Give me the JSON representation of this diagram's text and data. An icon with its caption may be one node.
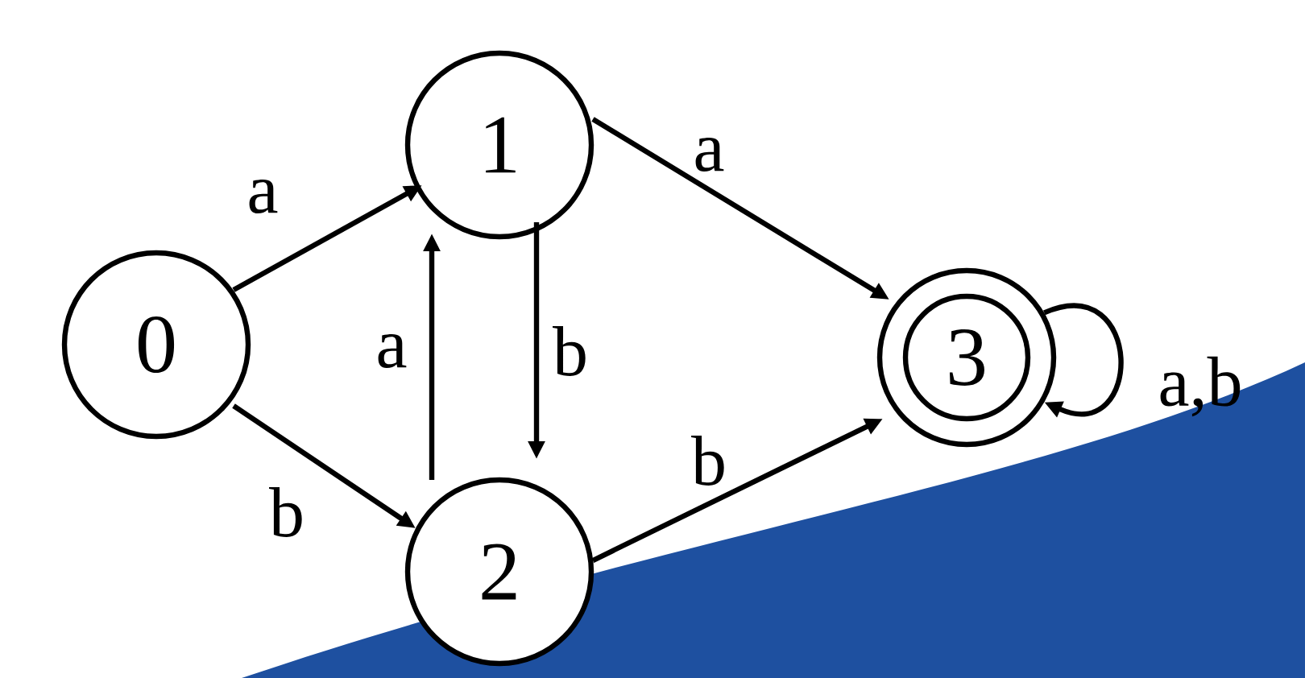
{
  "diagram": {
    "nodes": [
      {
        "text": [
          "0"
        ]
      },
      {
        "text": [
          "1"
        ]
      },
      {
        "text": [
          "2"
        ]
      },
      {
        "text": [
          "3"
        ]
      }
    ],
    "edges": [
      {
        "from": 0,
        "to": 1,
        "arrow": "to",
        "label": "a"
      },
      {
        "from": 0,
        "to": 2,
        "arrow": "to",
        "label": "b"
      },
      {
        "from": 2,
        "to": 1,
        "arrow": "to",
        "label": "a"
      },
      {
        "from": 1,
        "to": 2,
        "arrow": "to",
        "label": "b"
      },
      {
        "from": 1,
        "to": 3,
        "arrow": "to",
        "label": "a"
      },
      {
        "from": 2,
        "to": 3,
        "arrow": "to",
        "label": "b"
      },
      {
        "from": 3,
        "to": 3,
        "arrow": "to",
        "label": "a,b"
      }
    ]
  }
}
